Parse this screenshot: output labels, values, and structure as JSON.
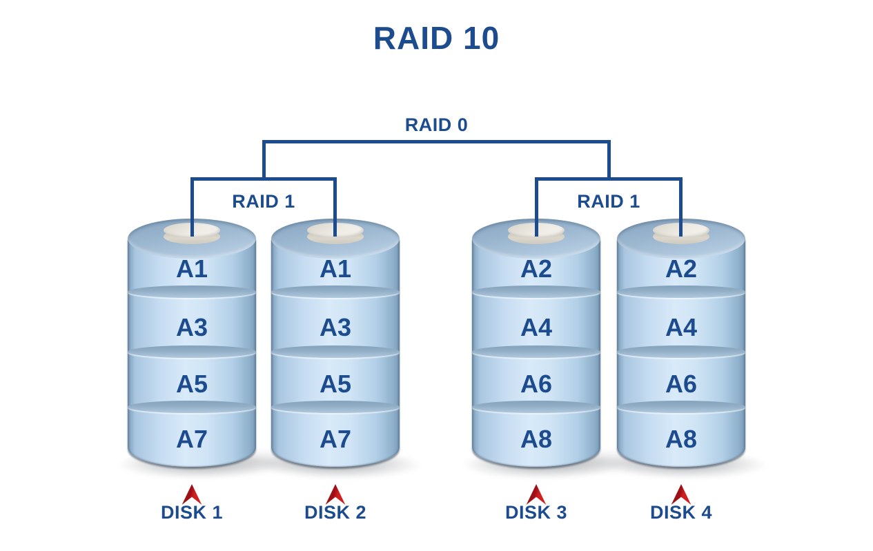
{
  "title": "RAID 10",
  "tree": {
    "root_label": "RAID 0",
    "groups": [
      {
        "label": "RAID 1"
      },
      {
        "label": "RAID 1"
      }
    ]
  },
  "disks": [
    {
      "name": "DISK 1",
      "blocks": [
        "A1",
        "A3",
        "A5",
        "A7"
      ]
    },
    {
      "name": "DISK 2",
      "blocks": [
        "A1",
        "A3",
        "A5",
        "A7"
      ]
    },
    {
      "name": "DISK 3",
      "blocks": [
        "A2",
        "A4",
        "A6",
        "A8"
      ]
    },
    {
      "name": "DISK 4",
      "blocks": [
        "A2",
        "A4",
        "A6",
        "A8"
      ]
    }
  ],
  "colors": {
    "label_navy": "#1c4b8e",
    "connector_navy": "#1c4b8e",
    "arrow_red": "#c1181e",
    "disk_body_blue": "#cfe4f5",
    "disk_top_blue": "#9cb7d0",
    "cap_cream": "#efece6"
  },
  "icons": [
    {
      "name": "up-arrow-icon",
      "meaning": "points from disk name to disk"
    }
  ]
}
